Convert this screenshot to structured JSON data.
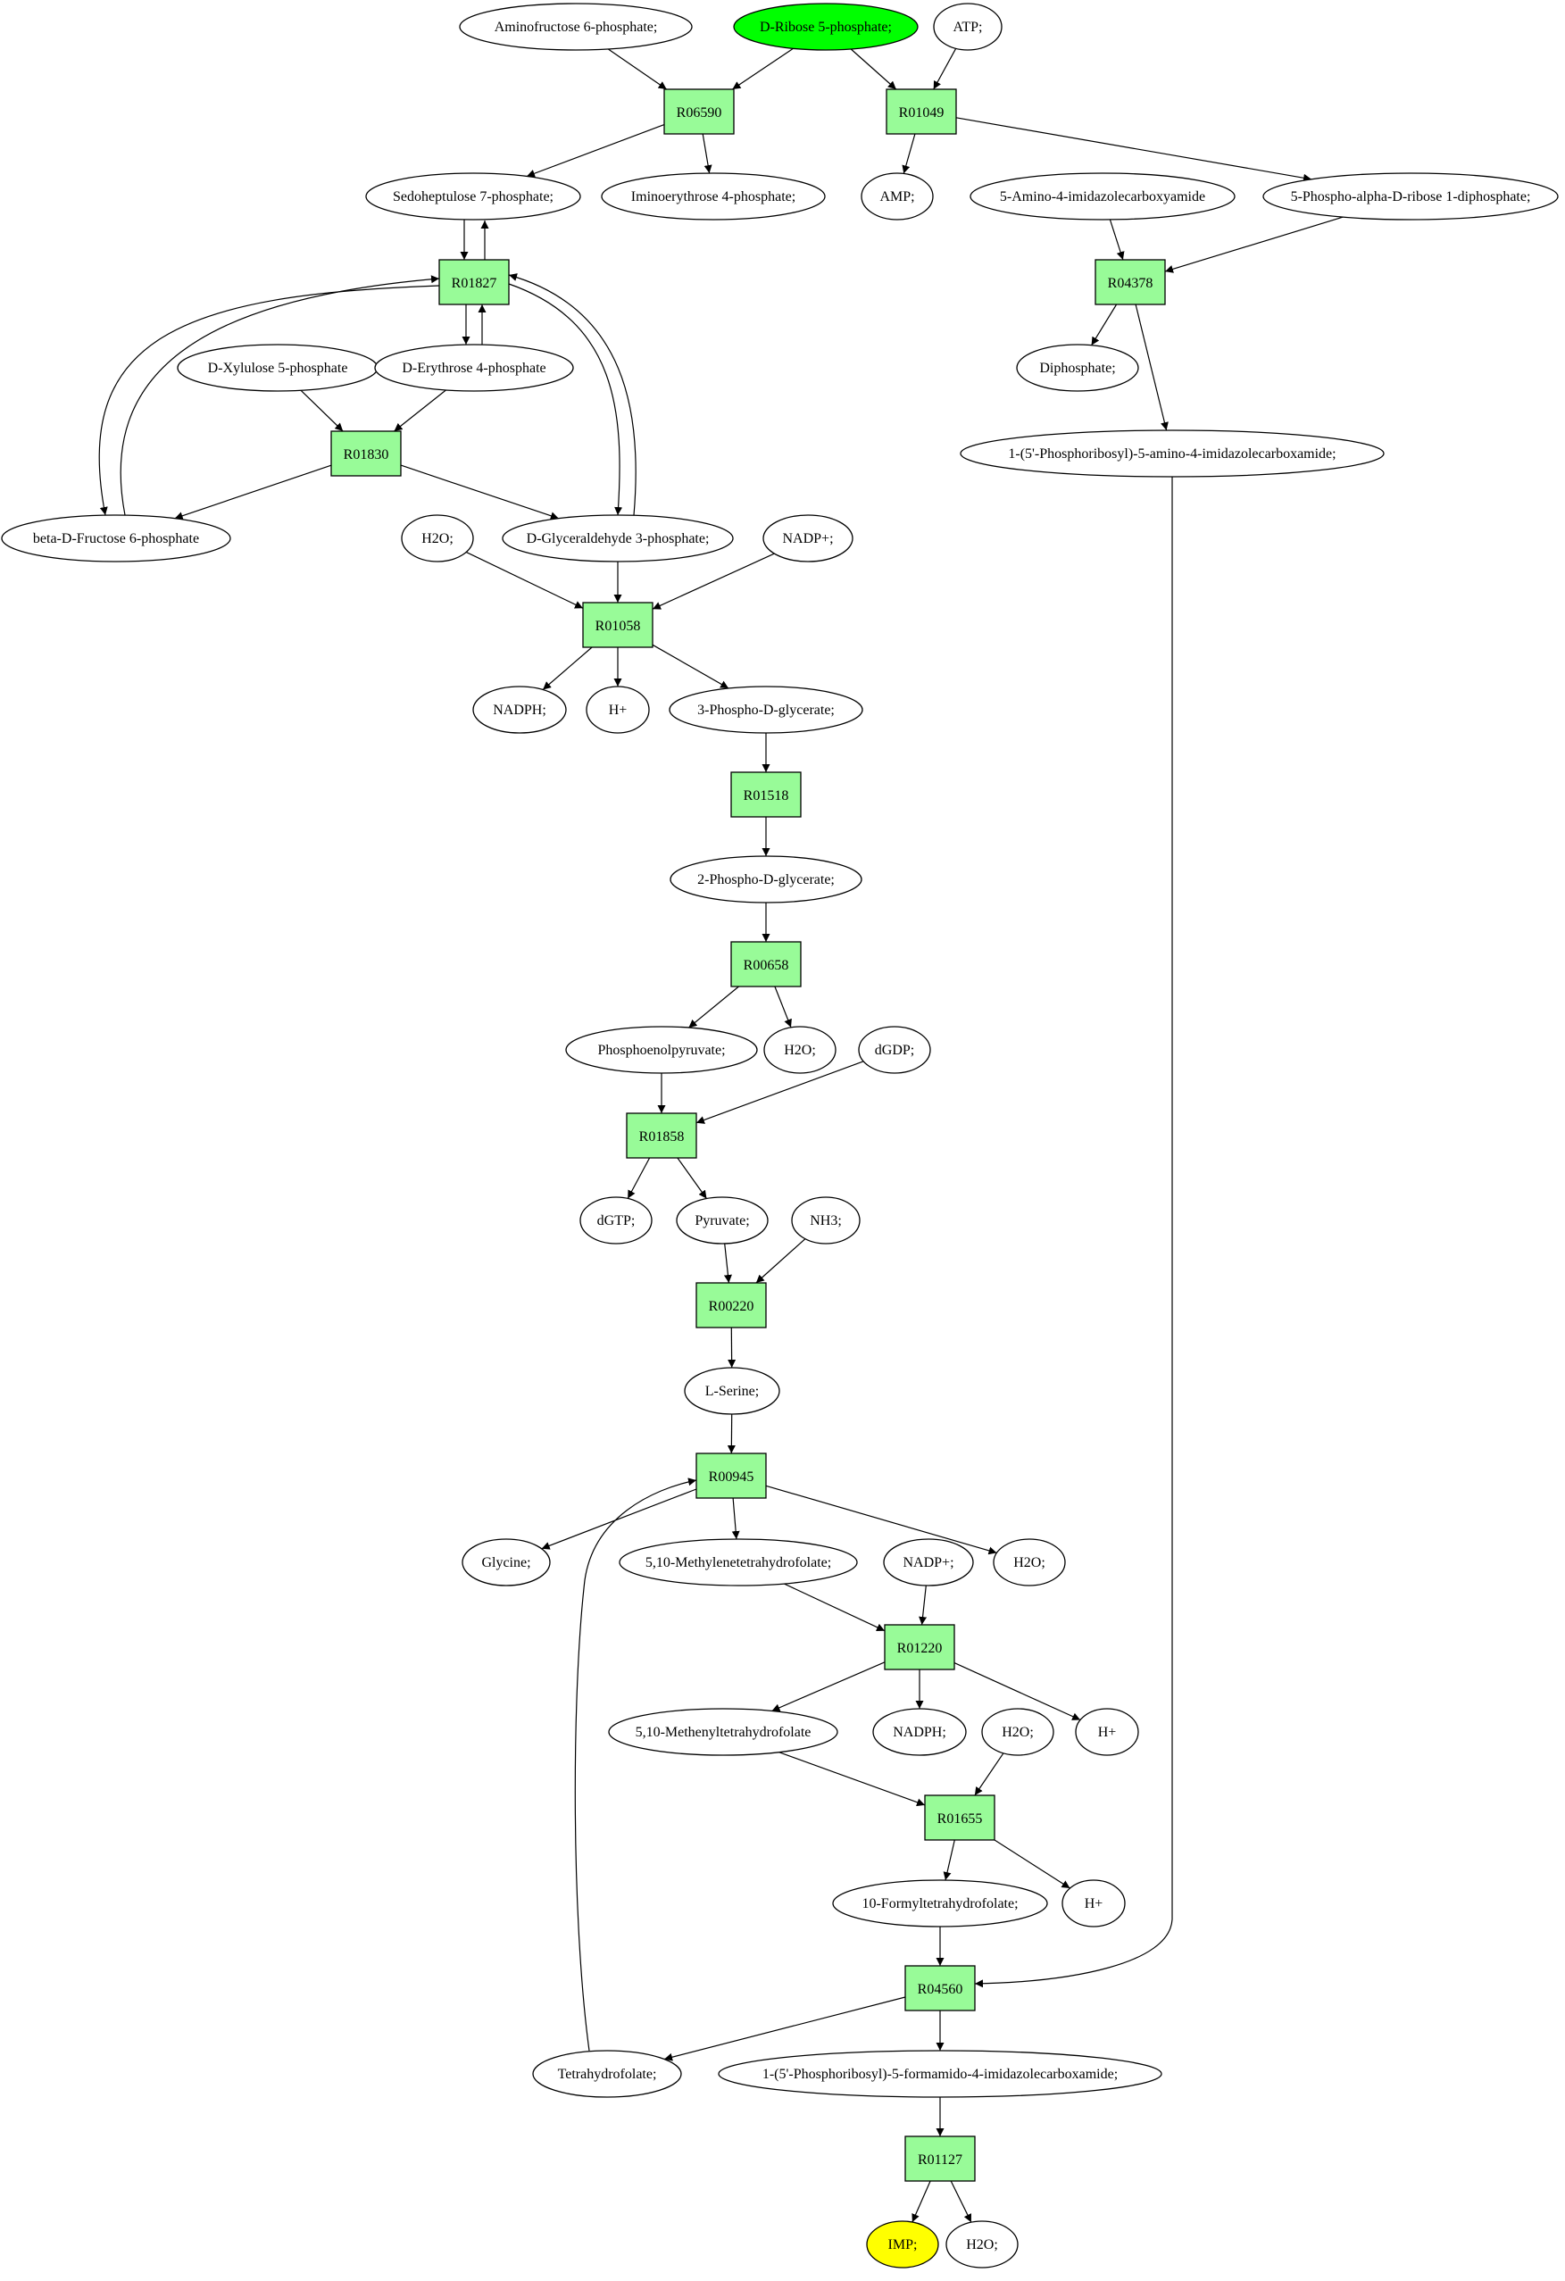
{
  "colors": {
    "reaction_fill": "#98fb98",
    "compound_fill": "#ffffff",
    "start_fill": "#00ff00",
    "end_fill": "#ffff00",
    "line": "#000000"
  },
  "compounds": {
    "aminofructose6p": {
      "label": "Aminofructose 6-phosphate;"
    },
    "dribose5p": {
      "label": "D-Ribose 5-phosphate;",
      "highlight": "start"
    },
    "atp": {
      "label": "ATP;"
    },
    "sedoheptulose7p": {
      "label": "Sedoheptulose 7-phosphate;"
    },
    "iminoerythrose4p": {
      "label": "Iminoerythrose 4-phosphate;"
    },
    "amp": {
      "label": "AMP;"
    },
    "aminoimidazolecarboxamide": {
      "label": "5-Amino-4-imidazolecarboxyamide"
    },
    "prpp": {
      "label": "5-Phospho-alpha-D-ribose 1-diphosphate;"
    },
    "dxylulose5p": {
      "label": "D-Xylulose 5-phosphate"
    },
    "derythrose4p": {
      "label": "D-Erythrose 4-phosphate"
    },
    "diphosphate": {
      "label": "Diphosphate;"
    },
    "aicar": {
      "label": "1-(5'-Phosphoribosyl)-5-amino-4-imidazolecarboxamide;"
    },
    "fructose6p": {
      "label": "beta-D-Fructose 6-phosphate"
    },
    "h2o_1": {
      "label": "H2O;"
    },
    "gap": {
      "label": "D-Glyceraldehyde 3-phosphate;"
    },
    "nadp_1": {
      "label": "NADP+;"
    },
    "nadph_1": {
      "label": "NADPH;"
    },
    "hplus_1": {
      "label": "H+"
    },
    "pg3": {
      "label": "3-Phospho-D-glycerate;"
    },
    "pg2": {
      "label": "2-Phospho-D-glycerate;"
    },
    "pep": {
      "label": "Phosphoenolpyruvate;"
    },
    "h2o_2": {
      "label": "H2O;"
    },
    "dgdp": {
      "label": "dGDP;"
    },
    "dgtp": {
      "label": "dGTP;"
    },
    "pyruvate": {
      "label": "Pyruvate;"
    },
    "nh3": {
      "label": "NH3;"
    },
    "lserine": {
      "label": "L-Serine;"
    },
    "glycine": {
      "label": "Glycine;"
    },
    "methylenethf": {
      "label": "5,10-Methylenetetrahydrofolate;"
    },
    "nadp_2": {
      "label": "NADP+;"
    },
    "h2o_3": {
      "label": "H2O;"
    },
    "methenylthf": {
      "label": "5,10-Methenyltetrahydrofolate"
    },
    "nadph_2": {
      "label": "NADPH;"
    },
    "h2o_4": {
      "label": "H2O;"
    },
    "hplus_2": {
      "label": "H+"
    },
    "formylthf": {
      "label": "10-Formyltetrahydrofolate;"
    },
    "hplus_3": {
      "label": "H+"
    },
    "thf": {
      "label": "Tetrahydrofolate;"
    },
    "faicar": {
      "label": "1-(5'-Phosphoribosyl)-5-formamido-4-imidazolecarboxamide;"
    },
    "imp": {
      "label": "IMP;",
      "highlight": "end"
    },
    "h2o_5": {
      "label": "H2O;"
    }
  },
  "reactions": {
    "r06590": {
      "label": "R06590"
    },
    "r01049": {
      "label": "R01049"
    },
    "r01827": {
      "label": "R01827"
    },
    "r04378": {
      "label": "R04378"
    },
    "r01830": {
      "label": "R01830"
    },
    "r01058": {
      "label": "R01058"
    },
    "r01518": {
      "label": "R01518"
    },
    "r00658": {
      "label": "R00658"
    },
    "r01858": {
      "label": "R01858"
    },
    "r00220": {
      "label": "R00220"
    },
    "r00945": {
      "label": "R00945"
    },
    "r01220": {
      "label": "R01220"
    },
    "r01655": {
      "label": "R01655"
    },
    "r04560": {
      "label": "R04560"
    },
    "r01127": {
      "label": "R01127"
    }
  },
  "edges": [
    [
      "aminofructose6p",
      "r06590"
    ],
    [
      "dribose5p",
      "r06590"
    ],
    [
      "dribose5p",
      "r01049"
    ],
    [
      "atp",
      "r01049"
    ],
    [
      "r06590",
      "sedoheptulose7p"
    ],
    [
      "r06590",
      "iminoerythrose4p"
    ],
    [
      "r01049",
      "amp"
    ],
    [
      "r01049",
      "prpp"
    ],
    [
      "sedoheptulose7p",
      "r01827"
    ],
    [
      "r01827",
      "sedoheptulose7p"
    ],
    [
      "r01827",
      "derythrose4p"
    ],
    [
      "derythrose4p",
      "r01827"
    ],
    [
      "r01827",
      "fructose6p"
    ],
    [
      "fructose6p",
      "r01827"
    ],
    [
      "r01827",
      "gap"
    ],
    [
      "gap",
      "r01827"
    ],
    [
      "aminoimidazolecarboxamide",
      "r04378"
    ],
    [
      "prpp",
      "r04378"
    ],
    [
      "r04378",
      "diphosphate"
    ],
    [
      "r04378",
      "aicar"
    ],
    [
      "dxylulose5p",
      "r01830"
    ],
    [
      "derythrose4p",
      "r01830"
    ],
    [
      "r01830",
      "fructose6p"
    ],
    [
      "r01830",
      "gap"
    ],
    [
      "h2o_1",
      "r01058"
    ],
    [
      "gap",
      "r01058"
    ],
    [
      "nadp_1",
      "r01058"
    ],
    [
      "r01058",
      "nadph_1"
    ],
    [
      "r01058",
      "hplus_1"
    ],
    [
      "r01058",
      "pg3"
    ],
    [
      "pg3",
      "r01518"
    ],
    [
      "r01518",
      "pg2"
    ],
    [
      "pg2",
      "r00658"
    ],
    [
      "r00658",
      "pep"
    ],
    [
      "r00658",
      "h2o_2"
    ],
    [
      "pep",
      "r01858"
    ],
    [
      "dgdp",
      "r01858"
    ],
    [
      "r01858",
      "dgtp"
    ],
    [
      "r01858",
      "pyruvate"
    ],
    [
      "pyruvate",
      "r00220"
    ],
    [
      "nh3",
      "r00220"
    ],
    [
      "r00220",
      "lserine"
    ],
    [
      "lserine",
      "r00945"
    ],
    [
      "thf",
      "r00945"
    ],
    [
      "r00945",
      "glycine"
    ],
    [
      "r00945",
      "methylenethf"
    ],
    [
      "r00945",
      "h2o_3"
    ],
    [
      "methylenethf",
      "r01220"
    ],
    [
      "nadp_2",
      "r01220"
    ],
    [
      "r01220",
      "methenylthf"
    ],
    [
      "r01220",
      "nadph_2"
    ],
    [
      "r01220",
      "hplus_2"
    ],
    [
      "methenylthf",
      "r01655"
    ],
    [
      "h2o_4",
      "r01655"
    ],
    [
      "r01655",
      "formylthf"
    ],
    [
      "r01655",
      "hplus_3"
    ],
    [
      "formylthf",
      "r04560"
    ],
    [
      "aicar",
      "r04560"
    ],
    [
      "r04560",
      "thf"
    ],
    [
      "r04560",
      "faicar"
    ],
    [
      "faicar",
      "r01127"
    ],
    [
      "r01127",
      "imp"
    ],
    [
      "r01127",
      "h2o_5"
    ]
  ]
}
